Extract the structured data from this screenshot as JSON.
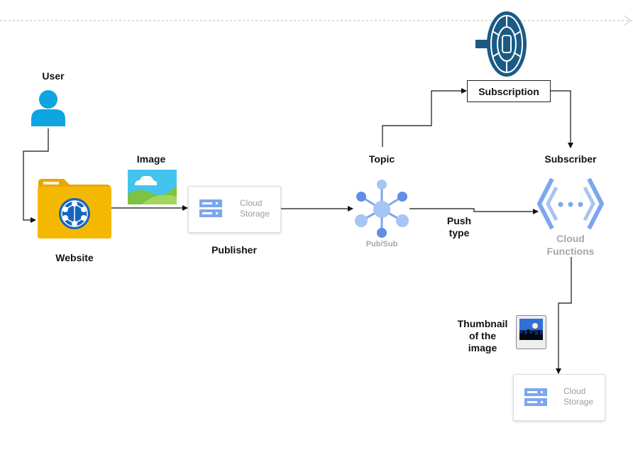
{
  "labels": {
    "user": "User",
    "website": "Website",
    "image": "Image",
    "publisher": "Publisher",
    "topic": "Topic",
    "pubsub": "Pub/Sub",
    "push_type": "Push type",
    "subscription": "Subscription",
    "subscriber": "Subscriber",
    "cloud_functions": "Cloud Functions",
    "thumbnail": "Thumbnail of the image"
  },
  "cloud_storage_1": {
    "line1": "Cloud",
    "line2": "Storage"
  },
  "cloud_storage_2": {
    "line1": "Cloud",
    "line2": "Storage"
  },
  "colors": {
    "user_icon": "#0ea5e0",
    "folder": "#f5b800",
    "globe": "#1565c0",
    "google_blue": "#7ba7ee",
    "subscription_logo": "#1a5a85",
    "divider": "#b8b8b8"
  },
  "icons": [
    "user-icon",
    "website-folder-icon",
    "image-icon",
    "cloud-storage-icon",
    "pubsub-icon",
    "cloud-functions-icon",
    "thumbnail-icon",
    "subscription-logo-icon"
  ]
}
